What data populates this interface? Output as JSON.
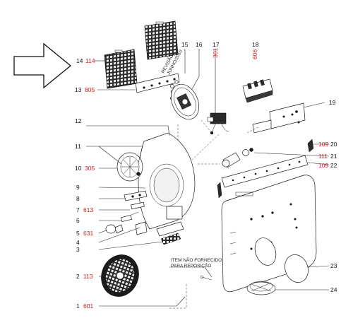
{
  "callouts": [
    {
      "id": "1",
      "code": "601"
    },
    {
      "id": "2",
      "code": "113"
    },
    {
      "id": "3",
      "code": ""
    },
    {
      "id": "4",
      "code": ""
    },
    {
      "id": "5",
      "code": "631"
    },
    {
      "id": "6",
      "code": ""
    },
    {
      "id": "7",
      "code": "613"
    },
    {
      "id": "8",
      "code": ""
    },
    {
      "id": "9",
      "code": ""
    },
    {
      "id": "10",
      "code": "305"
    },
    {
      "id": "11",
      "code": ""
    },
    {
      "id": "12",
      "code": ""
    },
    {
      "id": "13",
      "code": "805"
    },
    {
      "id": "14",
      "code": "114"
    },
    {
      "id": "15",
      "code": ""
    },
    {
      "id": "16",
      "code": ""
    },
    {
      "id": "17",
      "code": "301"
    },
    {
      "id": "18",
      "code": "606"
    },
    {
      "id": "19",
      "code": ""
    },
    {
      "id": "20",
      "code": "109"
    },
    {
      "id": "21",
      "code": "111"
    },
    {
      "id": "22",
      "code": "109"
    },
    {
      "id": "23",
      "code": ""
    },
    {
      "id": "24",
      "code": ""
    }
  ],
  "note_line1": "ITEM NÃO FORNECIDO",
  "note_line2": "PARA REPOSIÇÃO",
  "panel_text_line1": "REVISÃO 1",
  "panel_text_line2": "JUNHO/2010",
  "colors": {
    "code_red": "#d01818",
    "line": "#1a1a1a",
    "background": "#ffffff"
  },
  "icons": {
    "pointer": "hollow-arrow-right-icon"
  }
}
